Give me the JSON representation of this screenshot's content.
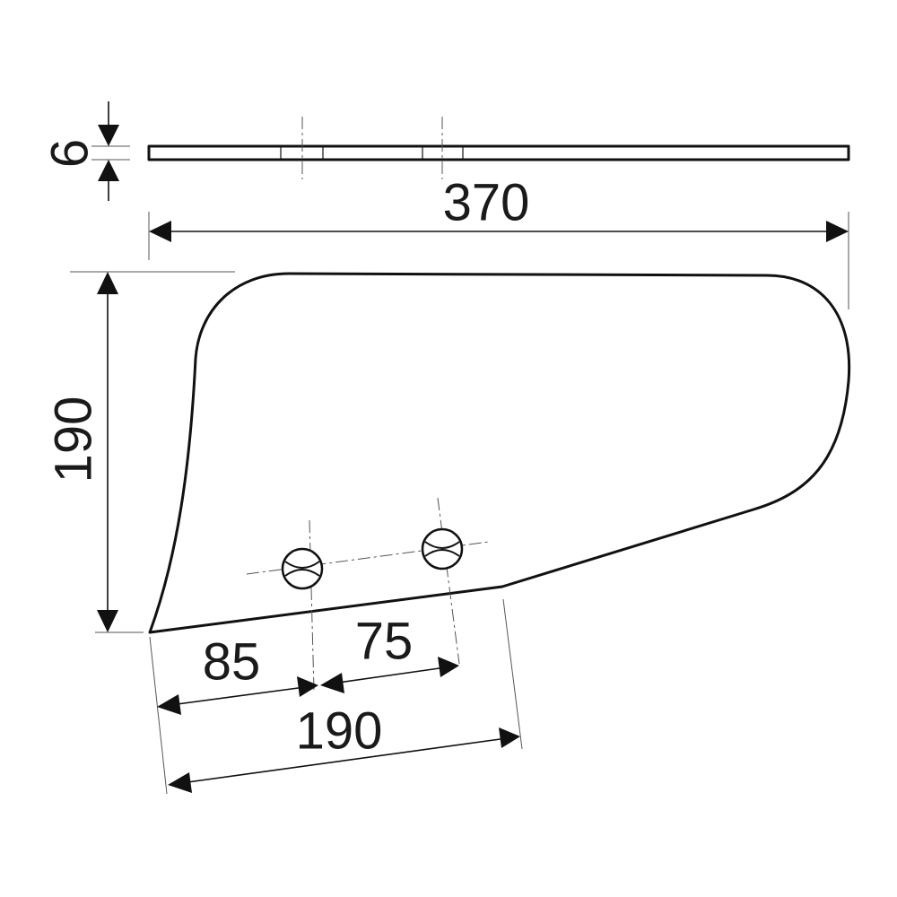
{
  "dimensions": {
    "thickness": "6",
    "length": "370",
    "height": "190",
    "hole1_offset": "85",
    "hole_spacing": "75",
    "bottom_length": "190"
  }
}
